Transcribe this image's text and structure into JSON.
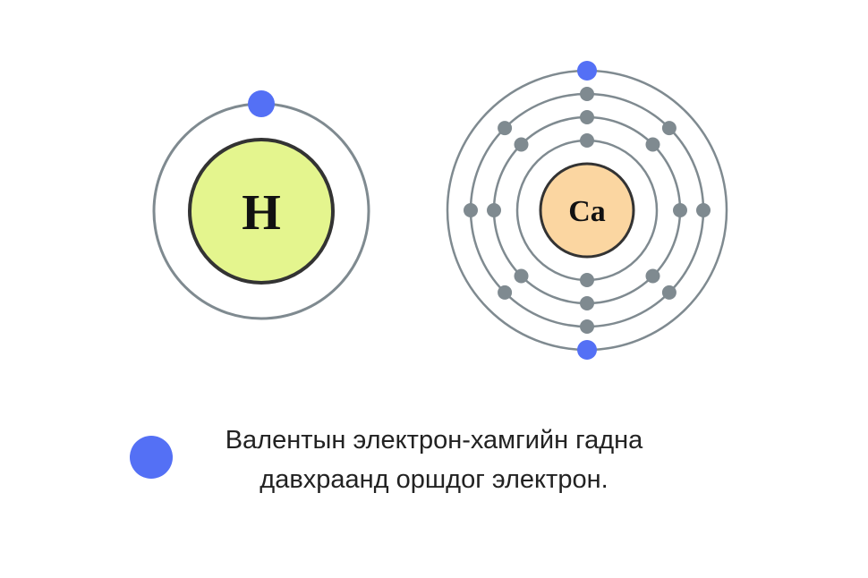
{
  "colors": {
    "shell": "#7f8a90",
    "inner_electron": "#7f8a90",
    "valence_electron": "#5470f5",
    "hydrogen_nucleus": "#e4f58e",
    "calcium_nucleus": "#fbd6a1",
    "nucleus_outline": "#333333",
    "text": "#222222"
  },
  "atoms": [
    {
      "symbol": "H",
      "shells": [
        {
          "electrons": 1,
          "valence": true
        }
      ]
    },
    {
      "symbol": "Ca",
      "shells": [
        {
          "electrons": 2,
          "valence": false
        },
        {
          "electrons": 8,
          "valence": false
        },
        {
          "electrons": 8,
          "valence": false
        },
        {
          "electrons": 2,
          "valence": true
        }
      ]
    }
  ],
  "legend": {
    "icon": "valence-electron-dot",
    "line1": "Валентын электрон-хамгийн гадна",
    "line2": "давхраанд оршдог электрон."
  }
}
